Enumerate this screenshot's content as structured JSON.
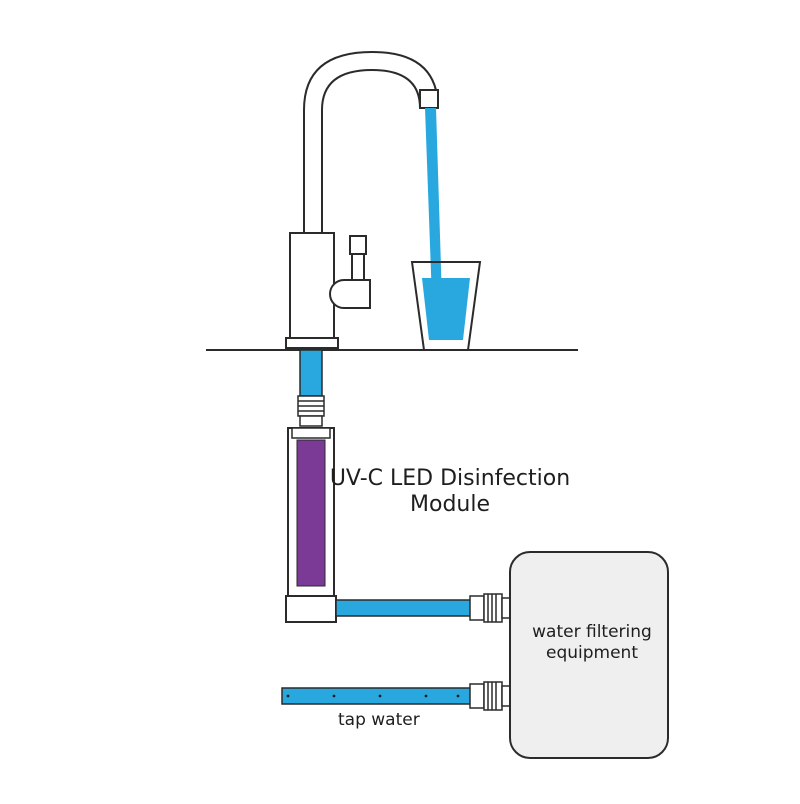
{
  "labels": {
    "uv_module_line1": "UV-C LED Disinfection",
    "uv_module_line2": "Module",
    "filter_line1": "water filtering",
    "filter_line2": "equipment",
    "tap_water": "tap water"
  },
  "colors": {
    "water": "#29a8e0",
    "uv_core": "#7a3a96",
    "outline": "#2b2b2b",
    "filter_box": "#efefef"
  }
}
